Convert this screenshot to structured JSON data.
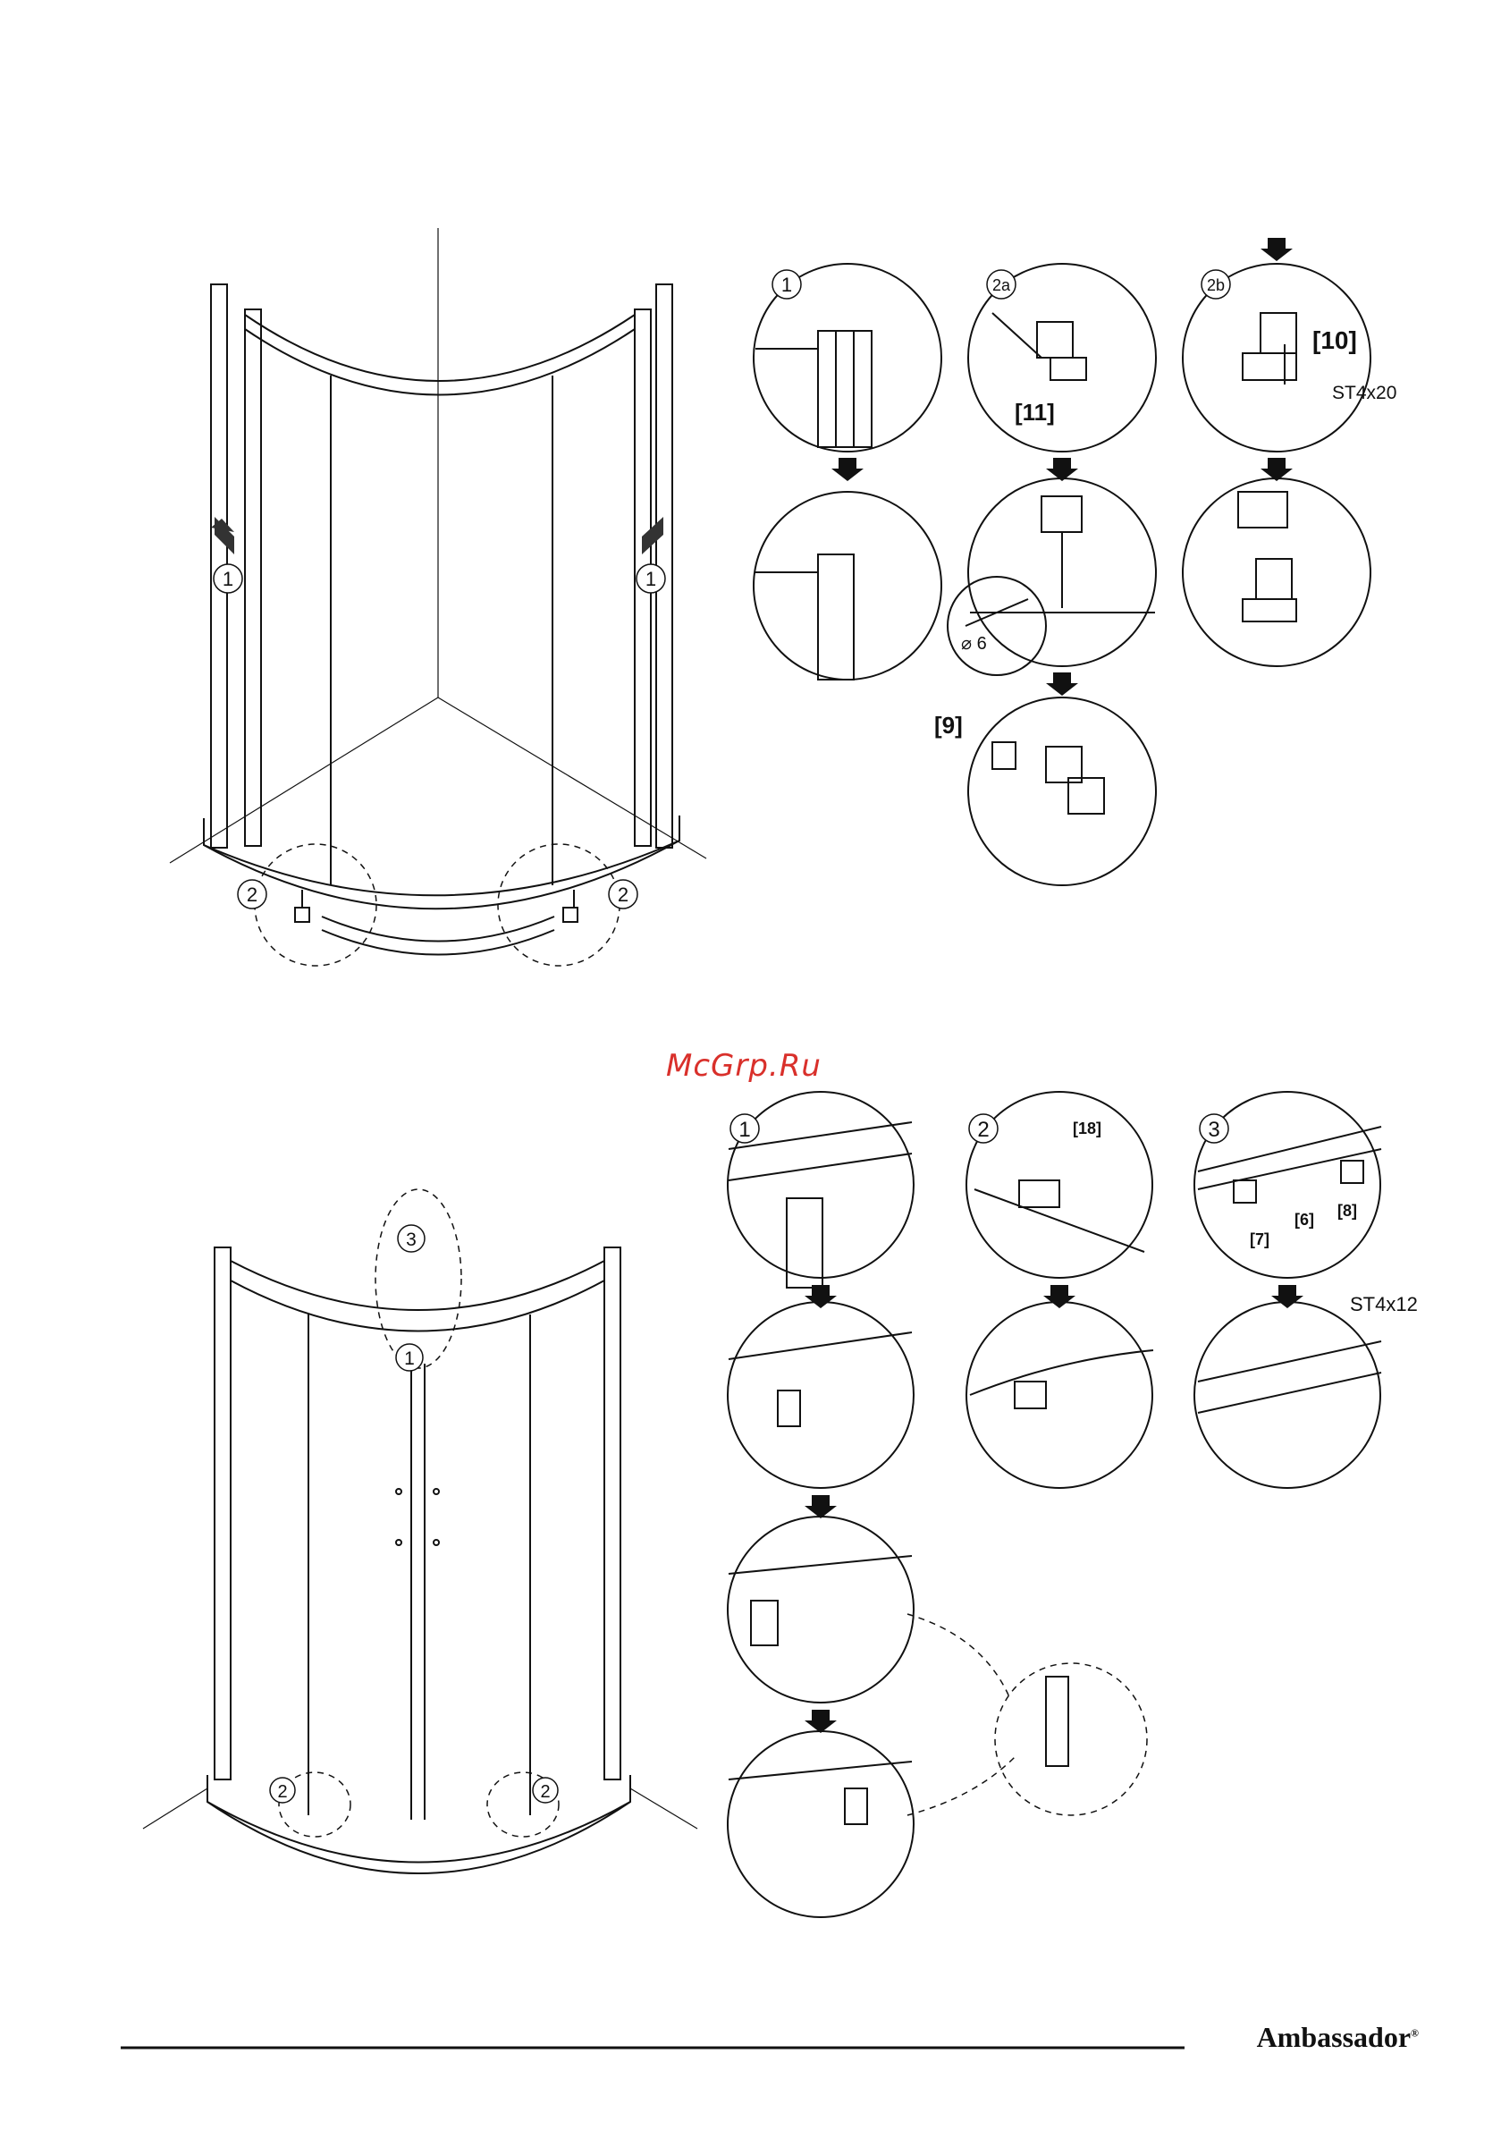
{
  "watermark": "McGrp.Ru",
  "brand": {
    "name": "Ambassador",
    "mark": "®"
  },
  "section1": {
    "overview_callouts": [
      "1",
      "1",
      "2",
      "2"
    ],
    "steps": [
      {
        "num": "1"
      },
      {
        "num": "2a",
        "part": "[11]",
        "drill": "⌀ 6"
      },
      {
        "num": "2b",
        "part": "[10]",
        "screw": "ST4x20"
      }
    ],
    "part9": "[9]"
  },
  "section2": {
    "overview_callouts": [
      "3",
      "1",
      "2",
      "2"
    ],
    "steps": [
      {
        "num": "1"
      },
      {
        "num": "2",
        "part": "[18]"
      },
      {
        "num": "3",
        "parts": [
          "[6]",
          "[7]",
          "[8]"
        ],
        "screw": "ST4x12"
      }
    ]
  }
}
